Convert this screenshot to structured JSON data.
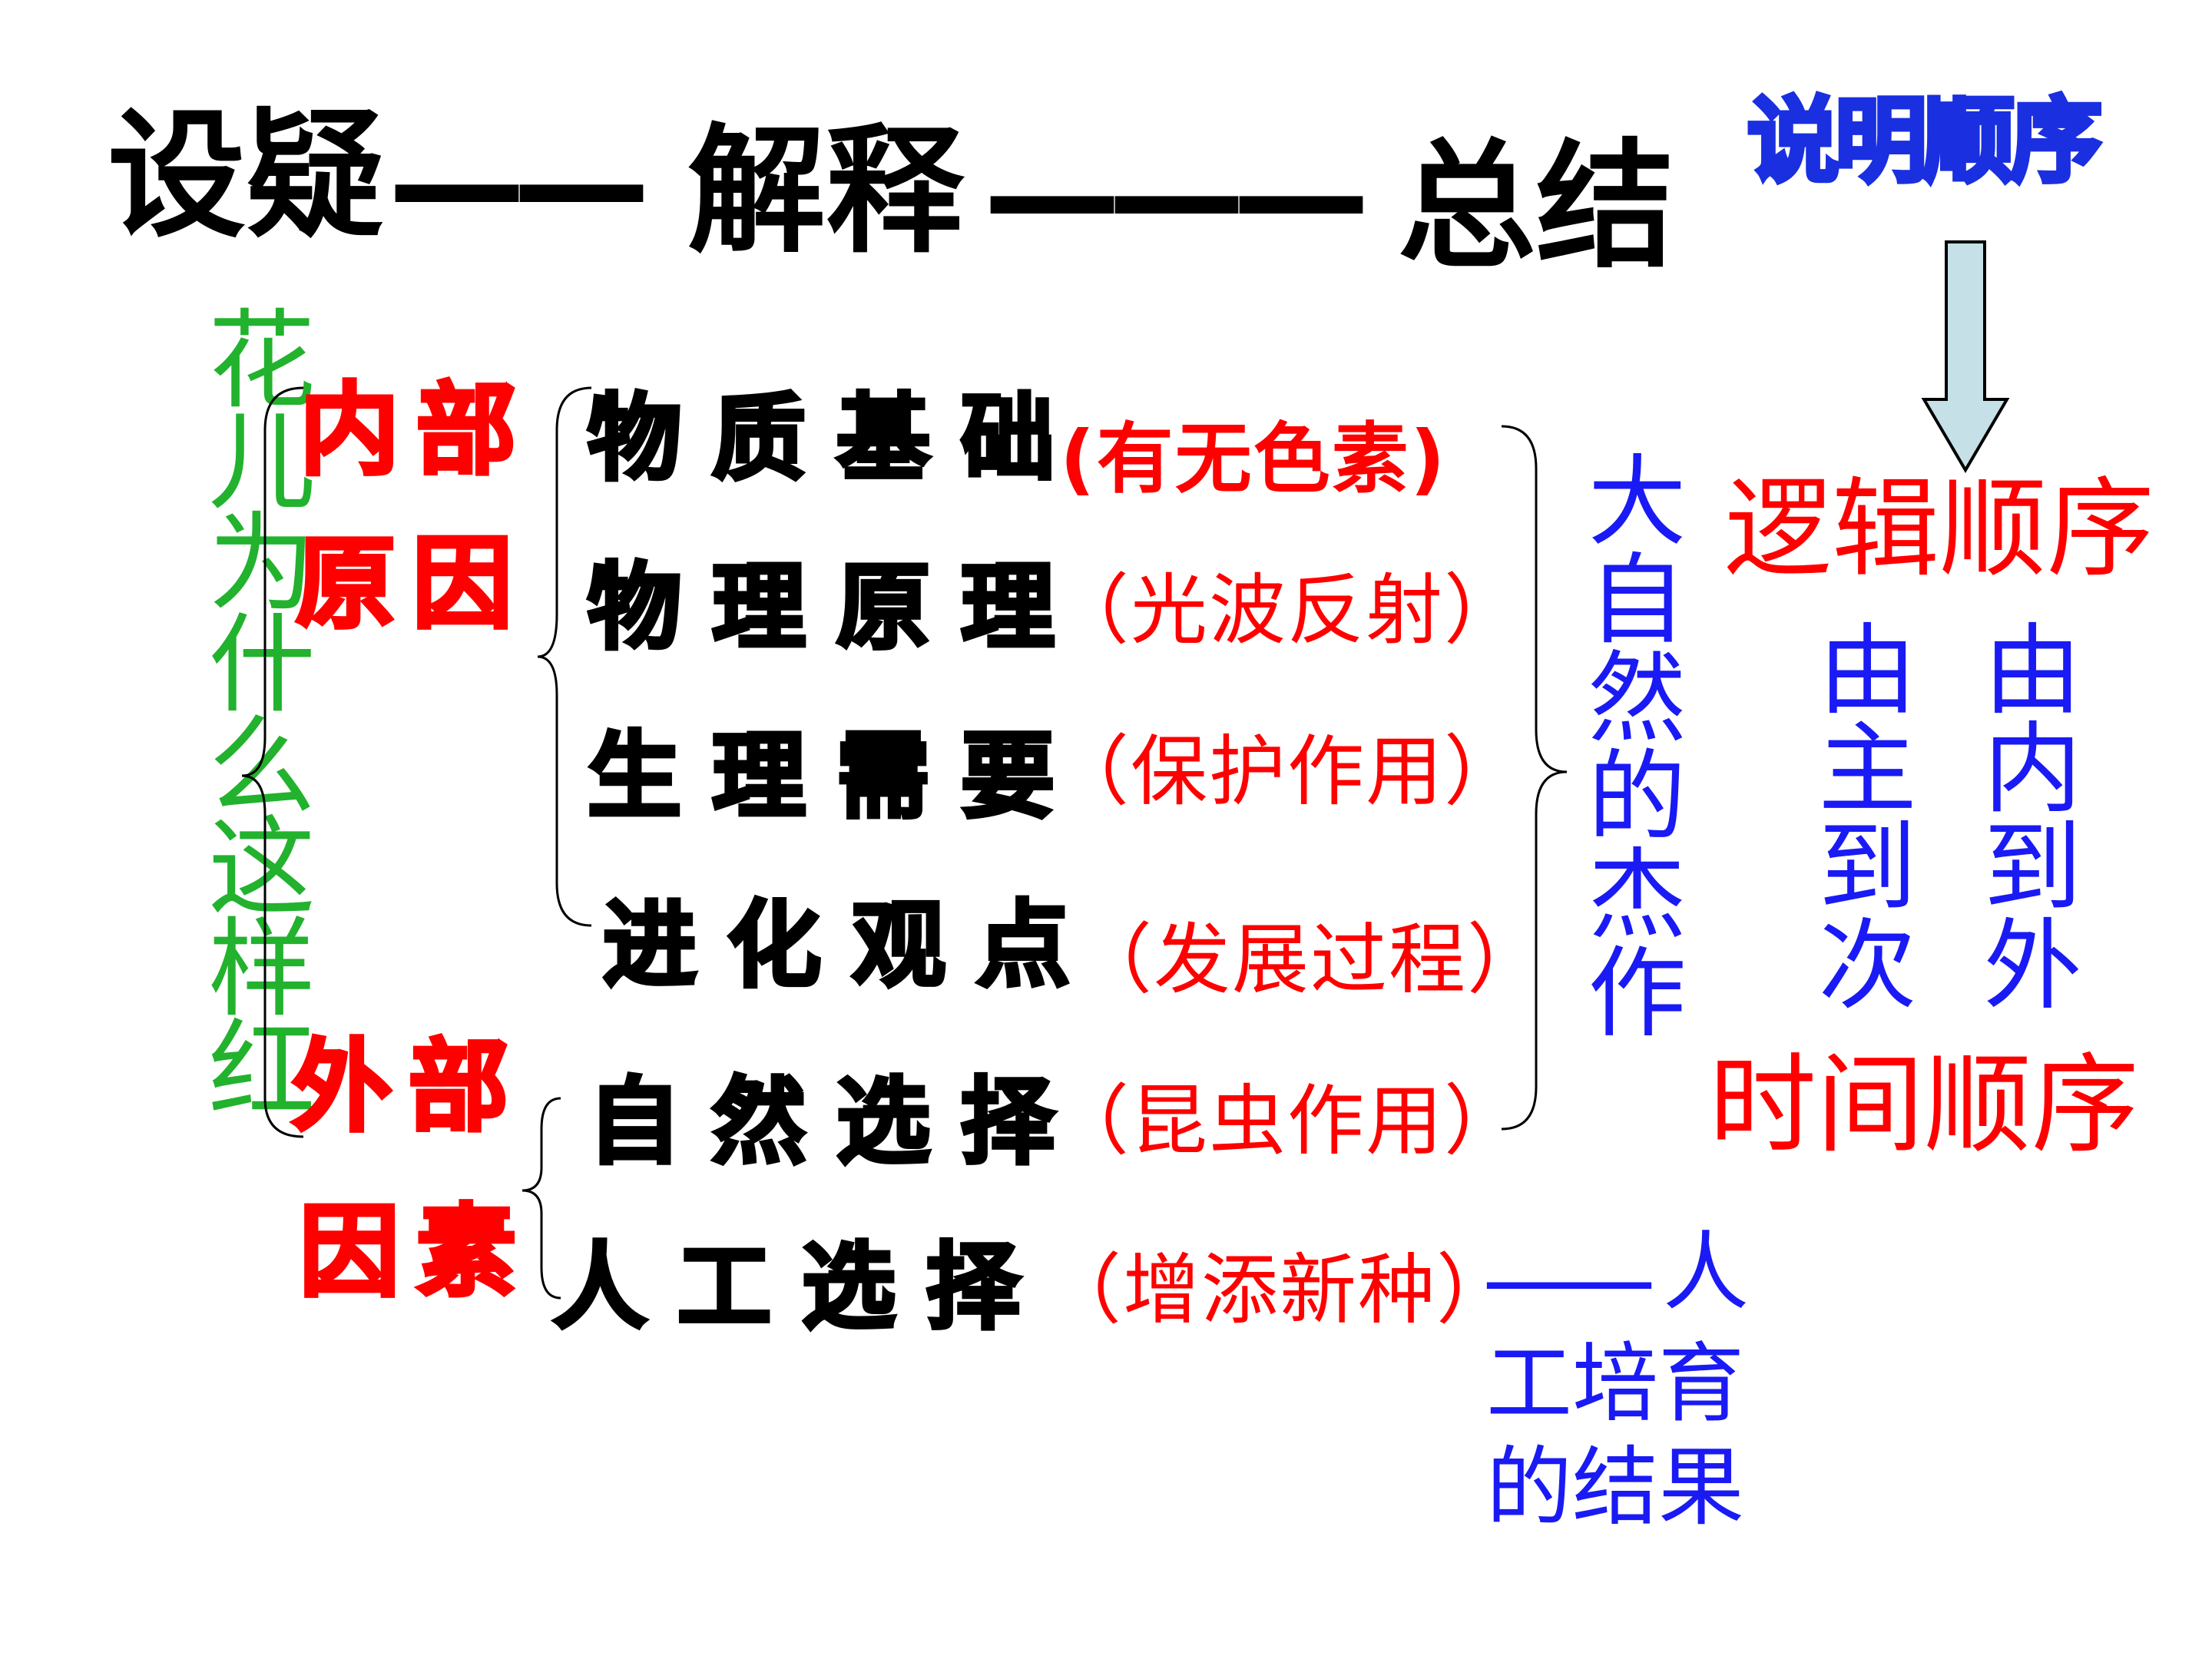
{
  "heading": {
    "part1": "设疑",
    "dash1": "——",
    "part2": "解释",
    "dash2": "———",
    "part3": "总结"
  },
  "sequence_title": "说明顺序",
  "left_vertical": "花儿为什么这样红",
  "internal": {
    "line1": "内部",
    "line2": "原因"
  },
  "external": {
    "line1": "外部",
    "line2": "因素"
  },
  "items": [
    {
      "label": "物质基础",
      "note": "(有无色素)"
    },
    {
      "label": "物理原理",
      "note": "（光波反射）"
    },
    {
      "label": "生理需要",
      "note": "（保护作用）"
    },
    {
      "label": "进化观点",
      "note": "（发展过程）"
    },
    {
      "label": "自然选择",
      "note": "（昆虫作用）"
    },
    {
      "label": "人工选择",
      "note": "（增添新种）"
    }
  ],
  "masterpiece": "大自然的杰作",
  "logical_order": "逻辑顺序",
  "order_col1": "由主到次",
  "order_col2": "由内到外",
  "time_order": "时间顺序",
  "artificial_result": {
    "dash": "——",
    "line1": "人",
    "line2": "工培育",
    "line3": "的结果"
  },
  "colors": {
    "green": "#22b22e",
    "red": "#ff0000",
    "blue": "#1a1af5",
    "arrow_fill": "#c5e0e6"
  }
}
